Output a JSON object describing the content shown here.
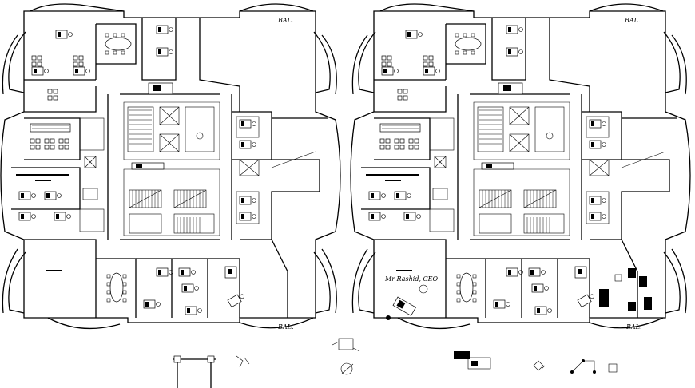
{
  "drawing": {
    "title": "",
    "plans": [
      {
        "id": "left-plan",
        "balcony_labels": [
          "BAL.",
          "BAL."
        ]
      },
      {
        "id": "right-plan",
        "balcony_labels": [
          "BAL.",
          "BAL."
        ],
        "room_label": "Mr Rashid, CEO"
      }
    ],
    "colors": {
      "line": "#000000",
      "background": "#ffffff"
    }
  }
}
